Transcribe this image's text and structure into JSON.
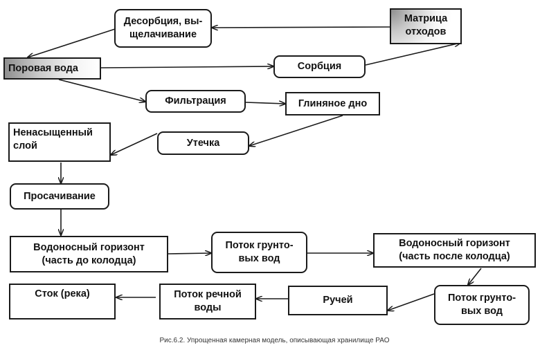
{
  "nodes": {
    "desorption": "Десорбция, вы-\nщелачивание",
    "waste_matrix": "Матрица\nотходов",
    "pore_water": "Поровая вода",
    "sorption": "Сорбция",
    "filtration": "Фильтрация",
    "clay_bottom": "Глиняное дно",
    "unsaturated_layer": "Ненасыщенный\nслой",
    "leak": "Утечка",
    "seepage": "Просачивание",
    "aquifer_before_well": "Водоносный горизонт\n(часть до колодца)",
    "groundwater_flow_1": "Поток грунто-\nвых вод",
    "aquifer_after_well": "Водоносный горизонт\n(часть после колодца)",
    "runoff_river": "Сток (река)",
    "river_water_flow": "Поток речной\nводы",
    "stream": "Ручей",
    "groundwater_flow_2": "Поток грунто-\nвых вод"
  },
  "caption": "Рис.6.2. Упрощенная камерная модель, описывающая хранилище РАО"
}
